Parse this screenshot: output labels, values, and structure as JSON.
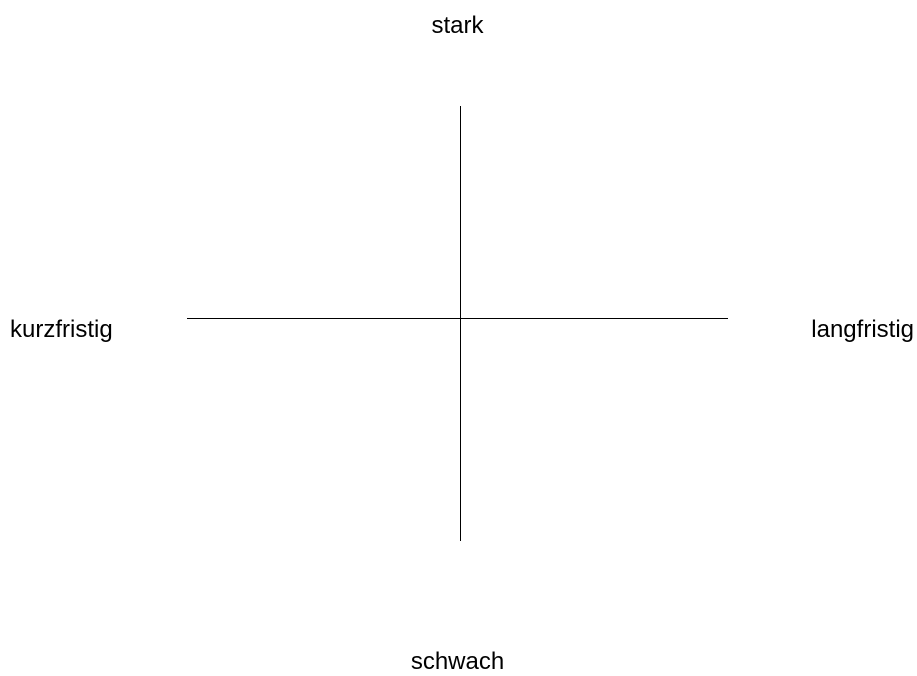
{
  "diagram": {
    "labels": {
      "top": "stark",
      "bottom": "schwach",
      "left": "kurzfristig",
      "right": "langfristig"
    },
    "colors": {
      "line": "#000000",
      "text": "#000000",
      "background": "#ffffff"
    }
  }
}
